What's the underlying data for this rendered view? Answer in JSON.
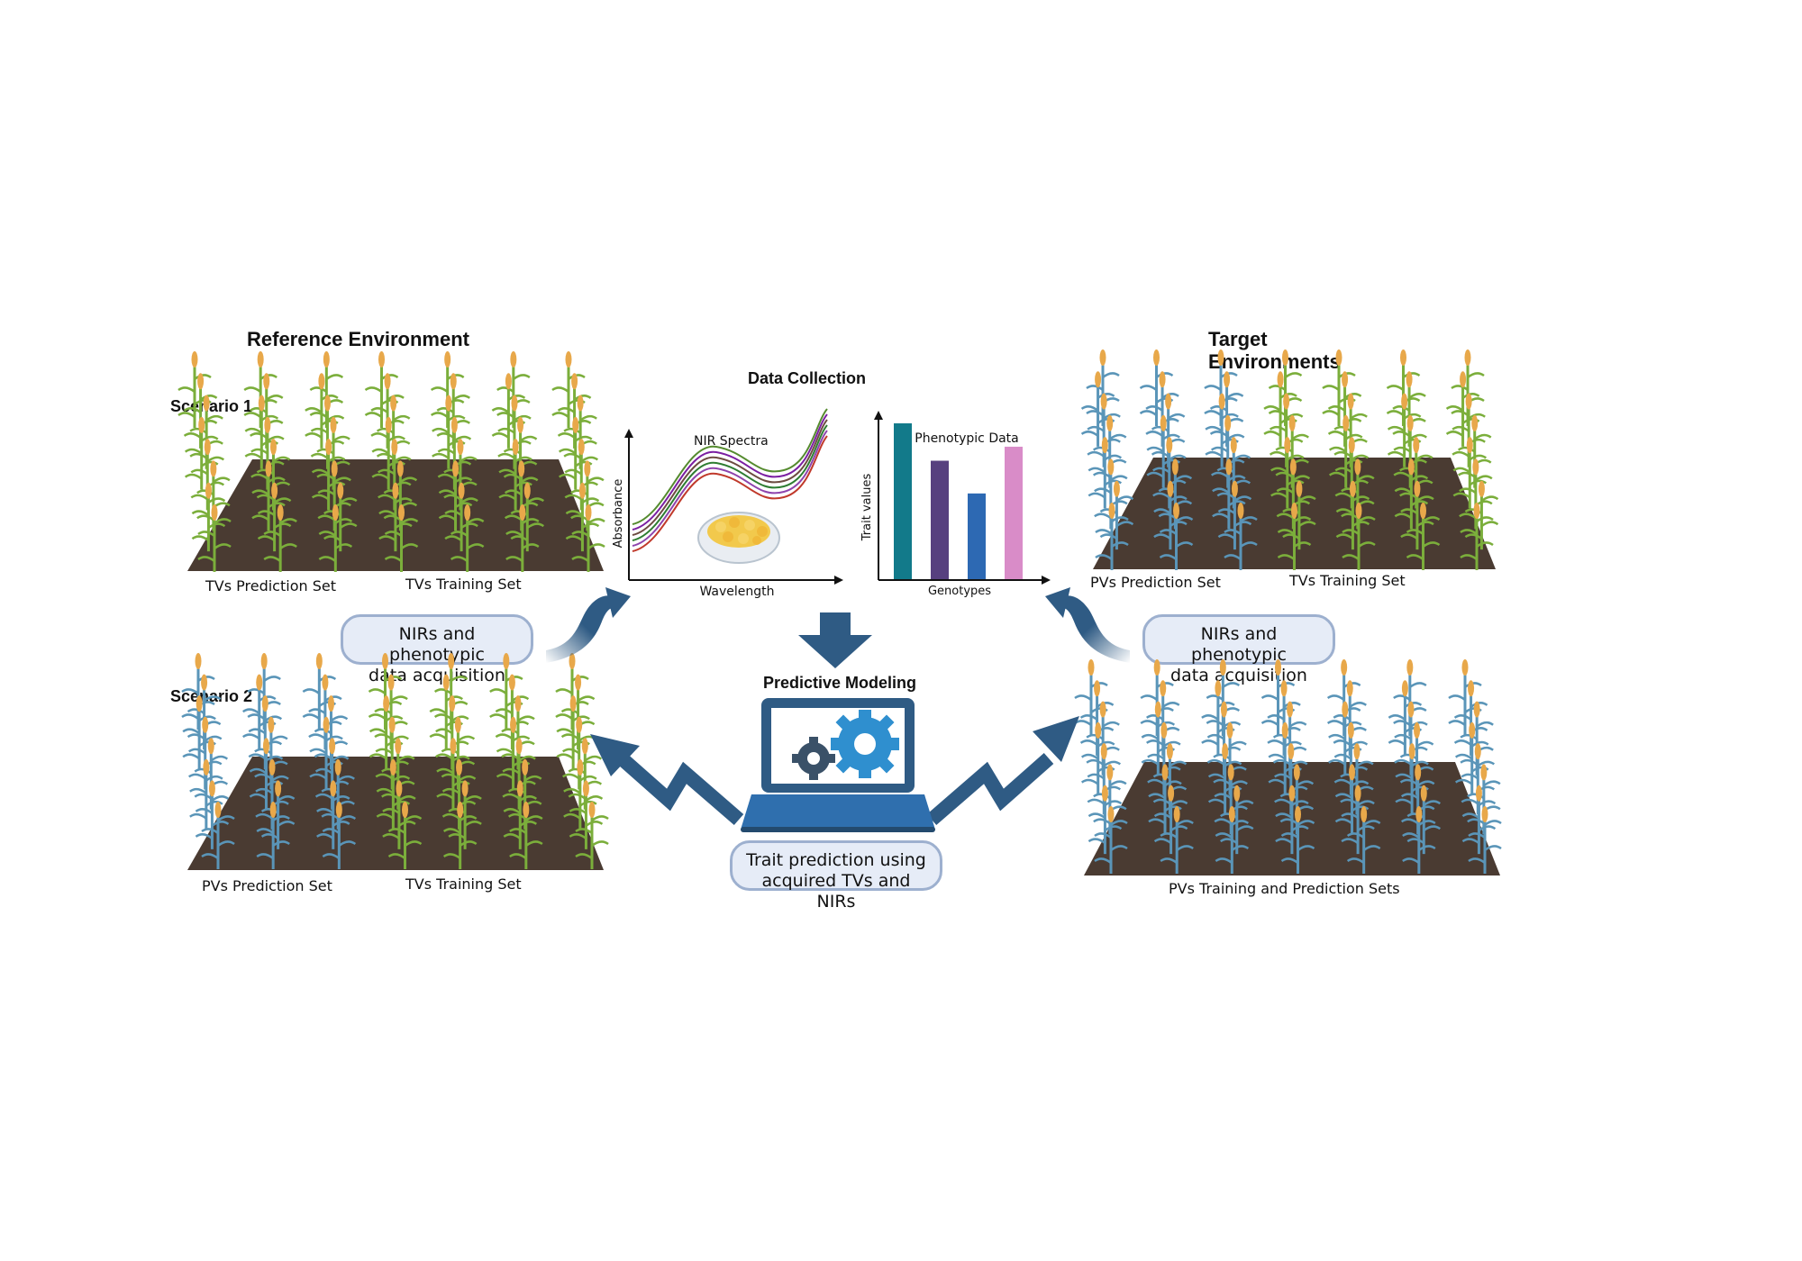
{
  "headings": {
    "reference_environment": "Reference Environment",
    "target_environments_line1": "Target",
    "target_environments_line2": "Environments",
    "data_collection": "Data Collection",
    "predictive_modeling": "Predictive Modeling",
    "scenario1": "Scenario 1",
    "scenario2": "Scenario 2"
  },
  "field_labels": {
    "s1_ref_prediction": "TVs Prediction Set",
    "s1_ref_training": "TVs Training Set",
    "s2_ref_prediction": "PVs Prediction Set",
    "s2_ref_training": "TVs Training  Set",
    "s1_target_prediction": "PVs Prediction Set",
    "s1_target_training": "TVs Training  Set",
    "s2_target_all": "PVs Training  and Prediction Sets"
  },
  "callouts": {
    "left_line1": "NIRs and phenotypic",
    "left_line2": "data acquisition",
    "right_line1": "NIRs and phenotypic",
    "right_line2": "data acquisition",
    "center_line1": "Trait prediction using",
    "center_line2": "acquired TVs and NIRs"
  },
  "nir_chart": {
    "title": "NIR Spectra",
    "xlabel": "Wavelength",
    "ylabel": "Absorbance",
    "line_colors": [
      "#c0392b",
      "#8e44ad",
      "#2e7d32",
      "#6d4c41",
      "#7b1fa2",
      "#558b2f"
    ]
  },
  "chart_data": {
    "type": "bar",
    "title": "Phenotypic Data",
    "xlabel": "Genotypes",
    "ylabel": "Trait values",
    "categories": [
      "",
      "",
      "",
      ""
    ],
    "values": [
      1.0,
      0.76,
      0.55,
      0.85
    ],
    "ylim": [
      0,
      1.1
    ],
    "colors": [
      "#127a8a",
      "#57407f",
      "#2d69b3",
      "#d98cc8"
    ]
  },
  "colors": {
    "arrow": "#2f5b84",
    "soil": "#4a3b32",
    "green_plant": "#7bae3b",
    "blue_plant": "#5a95b8",
    "tassel": "#e8a84a",
    "laptop": "#2f6fae"
  }
}
